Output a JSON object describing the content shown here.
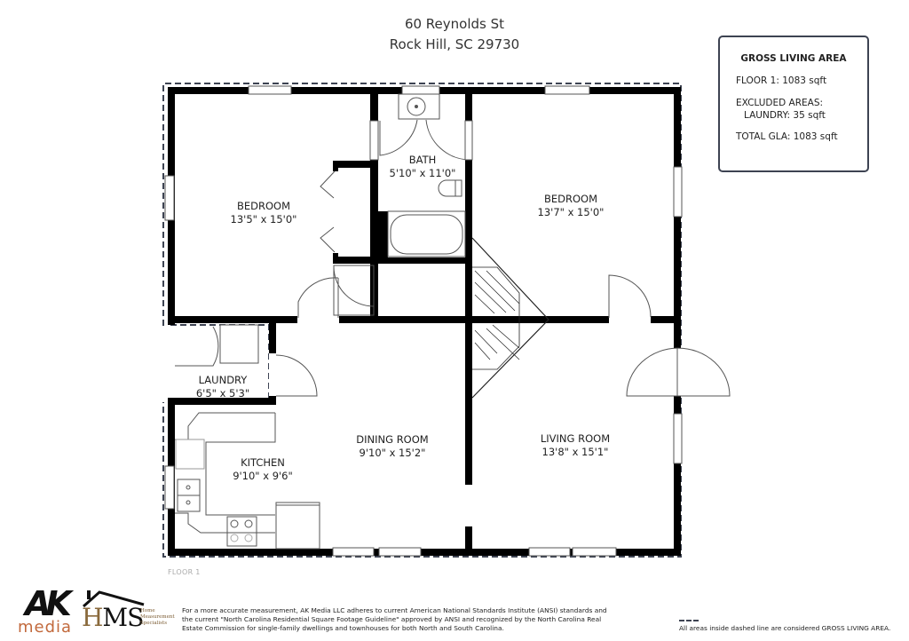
{
  "header": {
    "address_line1": "60 Reynolds St",
    "address_line2": "Rock Hill, SC  29730"
  },
  "gla_box": {
    "title": "GROSS LIVING AREA",
    "floor1": "FLOOR 1: 1083 sqft",
    "excluded_heading": "EXCLUDED AREAS:",
    "excluded_laundry": "LAUNDRY: 35 sqft",
    "total": "TOTAL GLA: 1083 sqft"
  },
  "rooms": [
    {
      "name": "BEDROOM",
      "dims": "13'5\" x 15'0\""
    },
    {
      "name": "BATH",
      "dims": "5'10\" x 11'0\""
    },
    {
      "name": "BEDROOM",
      "dims": "13'7\" x 15'0\""
    },
    {
      "name": "LAUNDRY",
      "dims": "6'5\" x 5'3\""
    },
    {
      "name": "DINING ROOM",
      "dims": "9'10\" x 15'2\""
    },
    {
      "name": "LIVING ROOM",
      "dims": "13'8\" x 15'1\""
    },
    {
      "name": "KITCHEN",
      "dims": "9'10\" x 9'6\""
    }
  ],
  "floor_label": "FLOOR 1",
  "footer": {
    "disclaimer": "For a more accurate measurement, AK Media LLC adheres to current American National Standards Institute (ANSI) standards and the current \"North Carolina Residential Square Footage Guideline\" approved by ANSI and recognized by the North Carolina Real Estate Commission for single-family dwellings and townhouses for both North and South Carolina.",
    "legend": "All areas inside dashed line are considered GROSS LIVING AREA.",
    "logo_ak_letters": "AK",
    "logo_ak_media": "media",
    "logo_hms_h": "H",
    "logo_hms_ms": "MS",
    "logo_hms_sub1": "Home",
    "logo_hms_sub2": "Measurement",
    "logo_hms_sub3": "Specialists"
  },
  "colors": {
    "wall": "#000000",
    "dashed_outline": "#3d4352",
    "logo_accent": "#c2693c"
  }
}
